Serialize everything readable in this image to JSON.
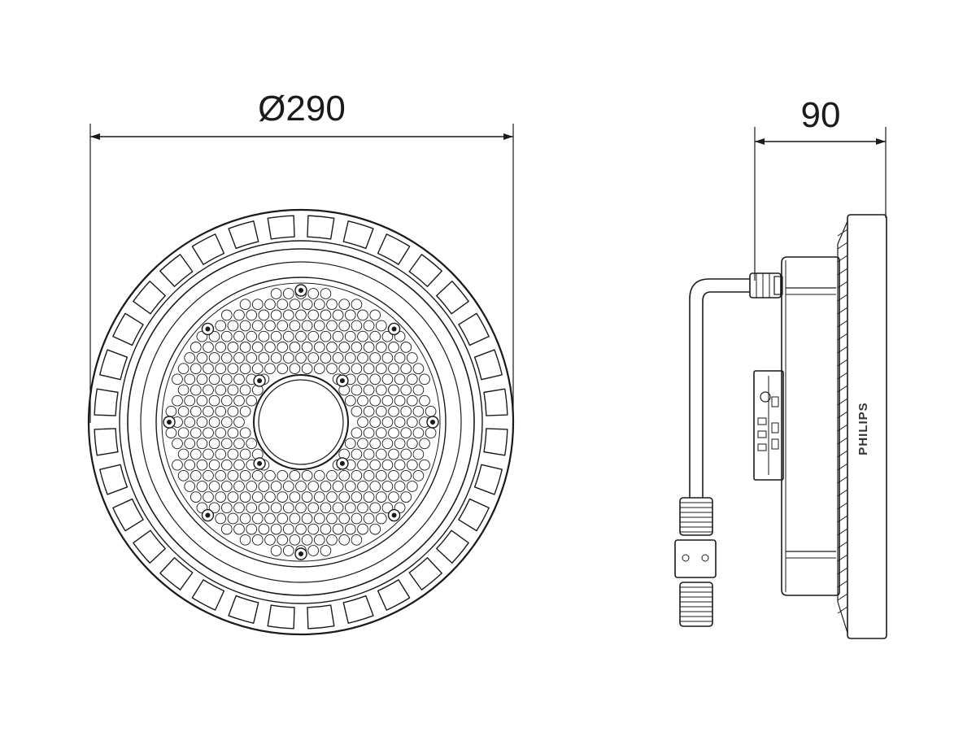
{
  "dimensions": {
    "diameter_label": "Ø290",
    "depth_label": "90"
  },
  "brand": {
    "name": "PHILIPS"
  },
  "colors": {
    "line": "#1a1a1a",
    "background": "#ffffff"
  }
}
